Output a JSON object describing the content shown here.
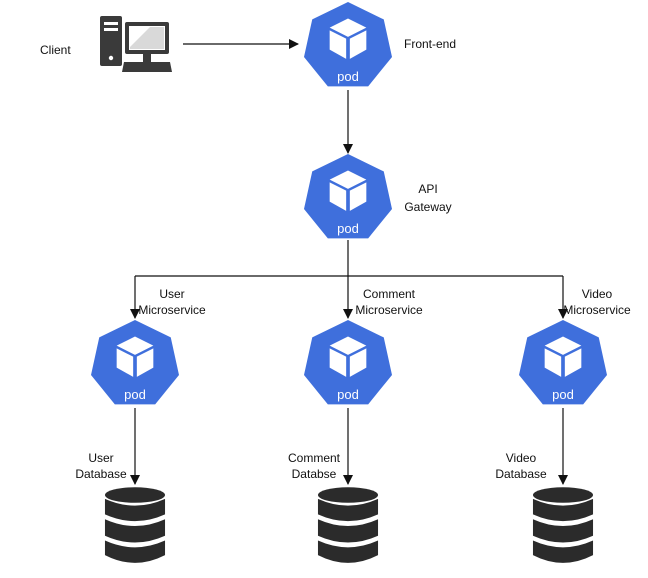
{
  "colors": {
    "pod_fill": "#3f6fdc",
    "pod_cube": "#ffffff",
    "database": "#2b2b2b",
    "connector": "#111111",
    "client_icon": "#3a3a3a"
  },
  "client": {
    "label": "Client",
    "icon": "desktop-computer-icon"
  },
  "frontend": {
    "label": "Front-end",
    "pod_text": "pod",
    "icon": "kubernetes-pod-icon"
  },
  "gateway": {
    "label_line1": "API",
    "label_line2": "Gateway",
    "pod_text": "pod",
    "icon": "kubernetes-pod-icon"
  },
  "services": [
    {
      "label_line1": "User",
      "label_line2": "Microservice",
      "pod_text": "pod",
      "db_label_line1": "User",
      "db_label_line2": "Database",
      "db_icon": "database-icon"
    },
    {
      "label_line1": "Comment",
      "label_line2": "Microservice",
      "pod_text": "pod",
      "db_label_line1": "Comment",
      "db_label_line2": "Databse",
      "db_icon": "database-icon"
    },
    {
      "label_line1": "Video",
      "label_line2": "Microservice",
      "pod_text": "pod",
      "db_label_line1": "Video",
      "db_label_line2": "Database",
      "db_icon": "database-icon"
    }
  ]
}
